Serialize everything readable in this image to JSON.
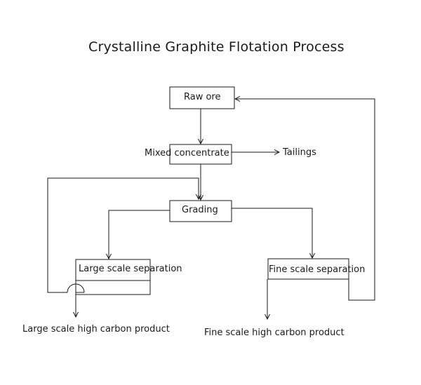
{
  "diagram": {
    "title": "Crystalline Graphite Flotation Process",
    "nodes": {
      "raw_ore": "Raw ore",
      "mixed_concentrate": "Mixed concentrate",
      "tailings": "Tailings",
      "grading": "Grading",
      "large_scale_separation": "Large scale separation",
      "fine_scale_separation": "Fine scale separation",
      "large_product": "Large scale high carbon product",
      "fine_product": "Fine scale high carbon product"
    },
    "colors": {
      "line": "#1a1a1a",
      "background": "#ffffff"
    }
  }
}
